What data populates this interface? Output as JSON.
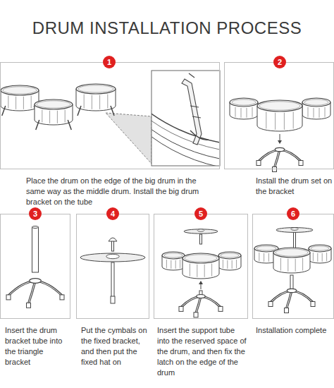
{
  "diagram": {
    "title": "DRUM INSTALLATION PROCESS",
    "nodes": [
      {
        "text": [
          "Place the drum on the edge of the big drum in the same way as the middle drum. Install the big drum bracket on the tube"
        ]
      },
      {
        "text": [
          "1"
        ],
        "in": 0
      },
      {
        "text": [
          "Install the drum set on the bracket"
        ]
      },
      {
        "text": [
          "2"
        ],
        "in": 2
      },
      {
        "text": [
          "Insert the drum bracket tube into the triangle bracket"
        ]
      },
      {
        "text": [
          "3"
        ],
        "in": 4
      },
      {
        "text": [
          "Put the cymbals on the fixed bracket, and then put the fixed hat on"
        ]
      },
      {
        "text": [
          "4"
        ],
        "in": 6
      },
      {
        "text": [
          "Insert the support tube into the reserved space of the drum, and then fix the latch on the edge of the drum"
        ]
      },
      {
        "text": [
          "5"
        ],
        "in": 8
      },
      {
        "text": [
          "Installation complete"
        ]
      },
      {
        "text": [
          "6"
        ],
        "in": 10
      }
    ]
  }
}
